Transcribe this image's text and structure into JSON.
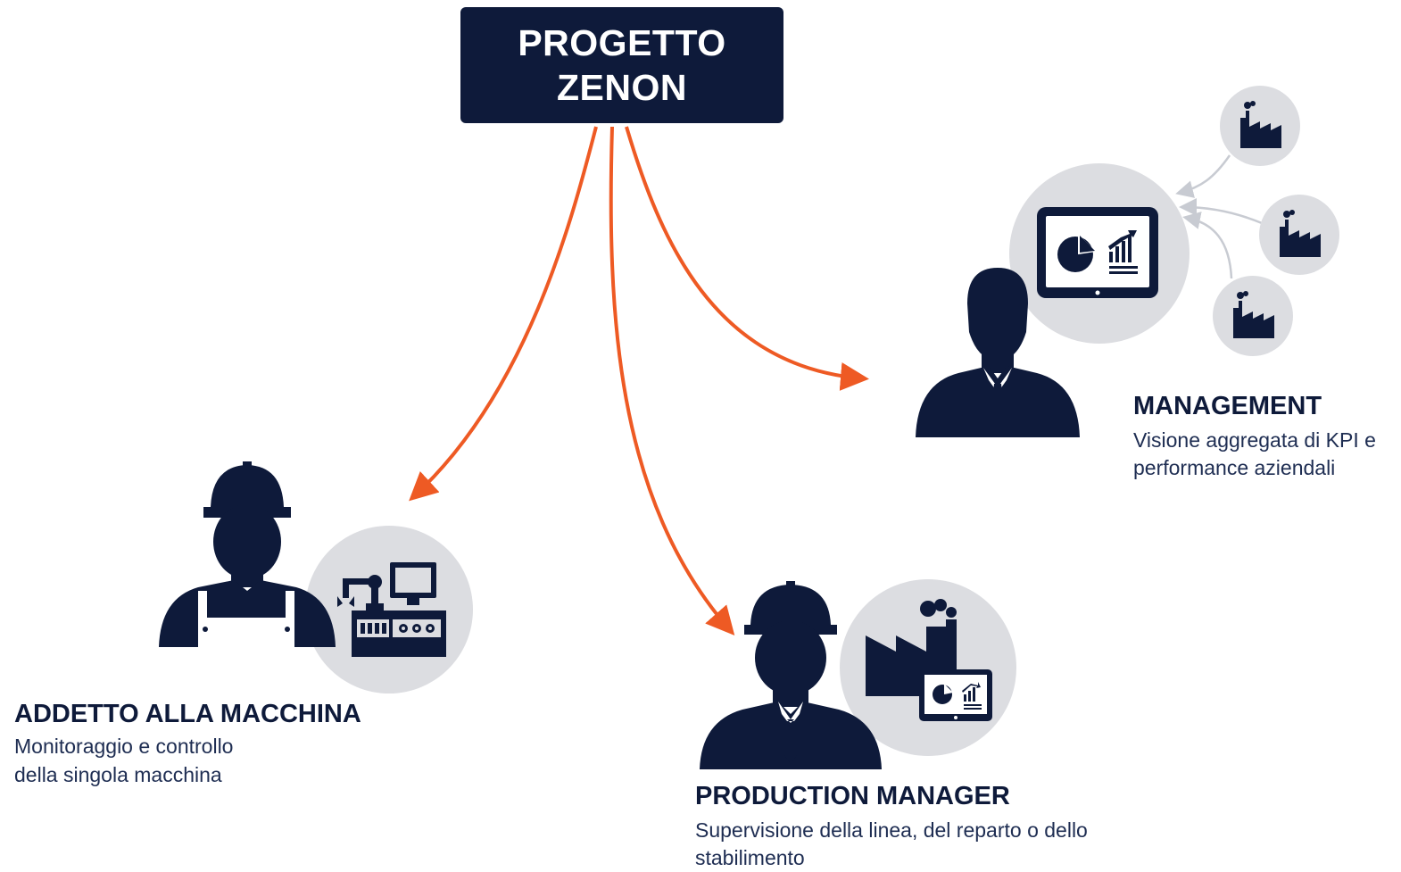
{
  "title": {
    "line1": "PROGETTO",
    "line2": "ZENON"
  },
  "colors": {
    "navy": "#0e1a3a",
    "circle": "#dcdde1",
    "arrow": "#ee5a24",
    "arrow_light": "#c8cbd2"
  },
  "roles": [
    {
      "title": "ADDETTO ALLA MACCHINA",
      "desc_line1": "Monitoraggio e controllo",
      "desc_line2": "della singola macchina"
    },
    {
      "title": "PRODUCTION MANAGER",
      "desc_line1": "Supervisione della linea, del reparto o dello",
      "desc_line2": "stabilimento"
    },
    {
      "title": "MANAGEMENT",
      "desc_line1": "Visione aggregata di KPI e",
      "desc_line2": "performance aziendali"
    }
  ],
  "icons": [
    "machine-operator-icon",
    "machine-panel-icon",
    "production-manager-icon",
    "factory-dashboard-icon",
    "manager-icon",
    "dashboard-monitor-icon",
    "factory-icon"
  ]
}
